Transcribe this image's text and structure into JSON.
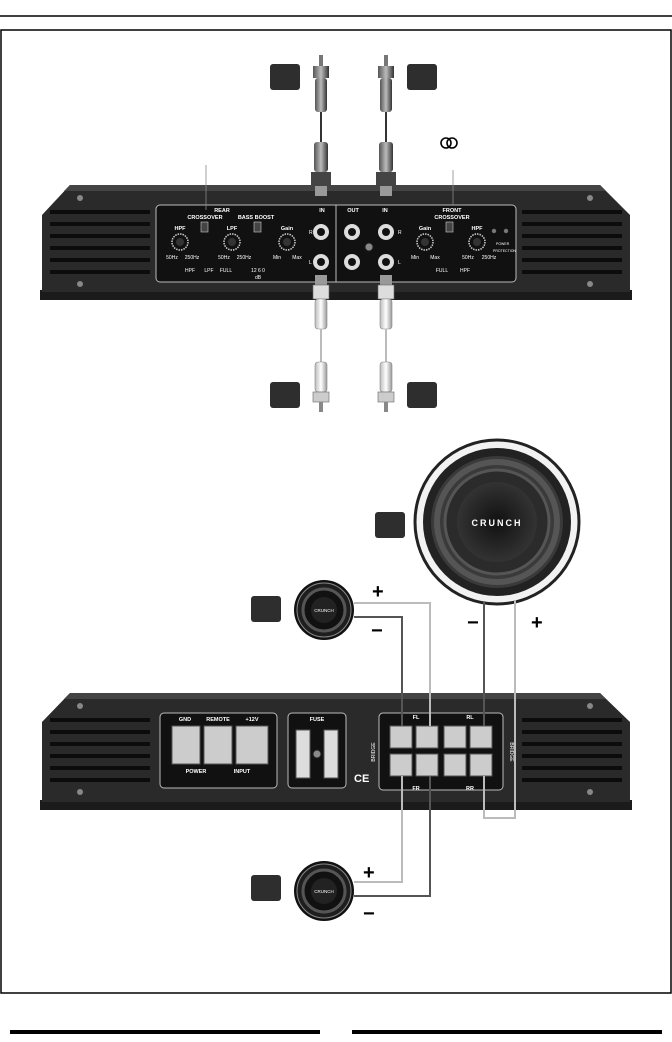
{
  "amp_front": {
    "rear_label": "REAR",
    "crossover_label": "CROSSOVER",
    "bass_boost_label": "BASS BOOST",
    "in_label": "IN",
    "out_label": "OUT",
    "front_label": "FRONT",
    "hpf_label": "HPF",
    "lpf_label": "LPF",
    "gain_label": "Gain",
    "freq_50": "50Hz",
    "freq_250": "250Hz",
    "min_label": "Min",
    "max_label": "Max",
    "switch_hpf": "HPF",
    "switch_lpf": "LPF",
    "switch_full": "FULL",
    "db_values": "12  6  0",
    "db_label": "dB",
    "r_label": "R",
    "l_label": "L",
    "power_label": "POWER",
    "protection_label": "PROTECTION"
  },
  "amp_rear": {
    "gnd_label": "GND",
    "remote_label": "REMOTE",
    "plus12_label": "+12V",
    "power_label": "POWER",
    "input_label": "INPUT",
    "fuse_label": "FUSE",
    "bridge_label": "BRIDGE",
    "ce_label": "CE",
    "fl_label": "FL",
    "rl_label": "RL",
    "fr_label": "FR",
    "rr_label": "RR"
  },
  "subwoofer": {
    "brand": "CRUNCH"
  },
  "speakers": {
    "brand": "CRUNCH"
  },
  "signs": {
    "plus": "+",
    "minus": "−"
  }
}
